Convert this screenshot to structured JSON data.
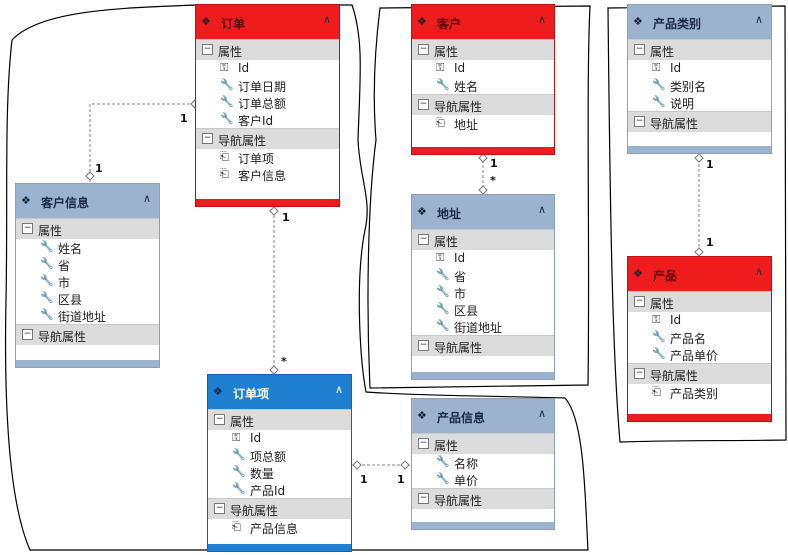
{
  "entities": {
    "order": {
      "title": "订单",
      "properties_label": "属性",
      "properties": [
        "Id",
        "订单日期",
        "订单总额",
        "客户Id"
      ],
      "nav_label": "导航属性",
      "nav": [
        "订单项",
        "客户信息"
      ]
    },
    "customer": {
      "title": "客户",
      "properties_label": "属性",
      "properties": [
        "Id",
        "姓名"
      ],
      "nav_label": "导航属性",
      "nav": [
        "地址"
      ]
    },
    "category": {
      "title": "产品类别",
      "properties_label": "属性",
      "properties": [
        "Id",
        "类别名",
        "说明"
      ],
      "nav_label": "导航属性",
      "nav": []
    },
    "customer_info": {
      "title": "客户信息",
      "properties_label": "属性",
      "properties": [
        "姓名",
        "省",
        "市",
        "区县",
        "街道地址"
      ],
      "nav_label": "导航属性",
      "nav": []
    },
    "address": {
      "title": "地址",
      "properties_label": "属性",
      "properties": [
        "Id",
        "省",
        "市",
        "区县",
        "街道地址"
      ],
      "nav_label": "导航属性",
      "nav": []
    },
    "product": {
      "title": "产品",
      "properties_label": "属性",
      "properties": [
        "Id",
        "产品名",
        "产品单价"
      ],
      "nav_label": "导航属性",
      "nav": [
        "产品类别"
      ]
    },
    "order_item": {
      "title": "订单项",
      "properties_label": "属性",
      "properties": [
        "Id",
        "项总额",
        "数量",
        "产品Id"
      ],
      "nav_label": "导航属性",
      "nav": [
        "产品信息"
      ]
    },
    "product_info": {
      "title": "产品信息",
      "properties_label": "属性",
      "properties": [
        "名称",
        "单价"
      ],
      "nav_label": "导航属性",
      "nav": []
    }
  },
  "multiplicities": {
    "order_customerinfo_a": "1",
    "order_customerinfo_b": "1",
    "order_orderitem_a": "1",
    "order_orderitem_b": "*",
    "customer_address_a": "1",
    "customer_address_b": "*",
    "category_product_a": "1",
    "category_product_b": "1",
    "orderitem_productinfo_a": "1",
    "orderitem_productinfo_b": "1"
  },
  "colors": {
    "entity_header": "#9cb3d0",
    "highlight_header": "#ee1c1c",
    "selected_header": "#1f7fd0",
    "section_bg": "#dcdcdc"
  },
  "icons": {
    "entity": "entity-icon",
    "key": "key-icon",
    "property": "wrench-icon",
    "navigation": "navigation-icon",
    "collapse": "collapse-icon"
  }
}
